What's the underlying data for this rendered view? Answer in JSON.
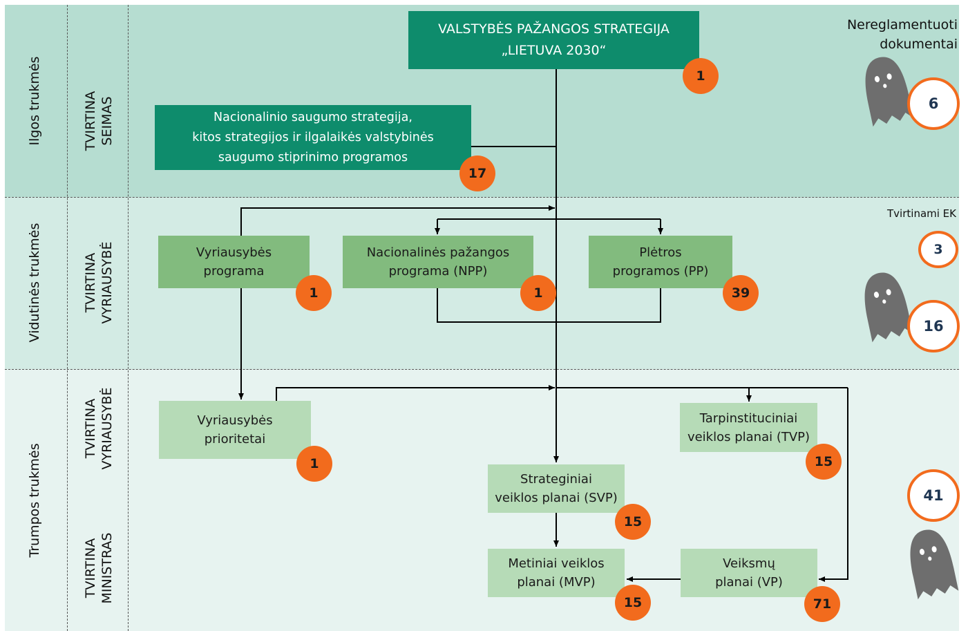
{
  "rows": {
    "long_term": "Ilgos trukmės",
    "medium_term": "Vidutinės trukmės",
    "short_term": "Trumpos trukmės"
  },
  "approvers": {
    "seimas": "TVIRTINA\nSEIMAS",
    "government_mid": "TVIRTINA\nVYRIAUSYBĖ",
    "government_short": "TVIRTINA\nVYRIAUSYBĖ",
    "minister": "TVIRTINA\nMINISTRAS"
  },
  "documents": {
    "state_strategy": {
      "label": "VALSTYBĖS PAŽANGOS STRATEGIJA\n„LIETUVA 2030“",
      "count": "1"
    },
    "security_strategy": {
      "label": "Nacionalinio saugumo strategija,\nkitos strategijos ir ilgalaikės valstybinės\nsaugumo stiprinimo programos",
      "count": "17"
    },
    "government_programme": {
      "label": "Vyriausybės\nprograma",
      "count": "1"
    },
    "npp": {
      "label": "Nacionalinės pažangos\nprograma (NPP)",
      "count": "1"
    },
    "development_programmes": {
      "label": "Plėtros\nprogramos (PP)",
      "count": "39"
    },
    "government_priorities": {
      "label": "Vyriausybės\nprioritetai",
      "count": "1"
    },
    "tvp": {
      "label": "Tarpinstituciniai\nveiklos planai (TVP)",
      "count": "15"
    },
    "svp": {
      "label": "Strateginiai\nveiklos planai (SVP)",
      "count": "15"
    },
    "mvp": {
      "label": "Metiniai veiklos\nplanai (MVP)",
      "count": "15"
    },
    "vp": {
      "label": "Veiksmų\nplanai (VP)",
      "count": "71"
    }
  },
  "side": {
    "unregulated_label": "Nereglamentuoti\ndokumentai",
    "unregulated_long_count": "6",
    "ek_label": "Tvirtinami EK",
    "ek_count": "3",
    "unregulated_mid_count": "16",
    "unregulated_short_count": "41",
    "ghost_icon": "ghost-icon"
  },
  "colors": {
    "dark_green": "#0e8c6c",
    "medium_green": "#82bb7e",
    "light_green": "#b6dbb7",
    "badge_orange": "#f26b1d",
    "ring_text": "#1f3652",
    "ghost_gray": "#6e6e6e"
  }
}
